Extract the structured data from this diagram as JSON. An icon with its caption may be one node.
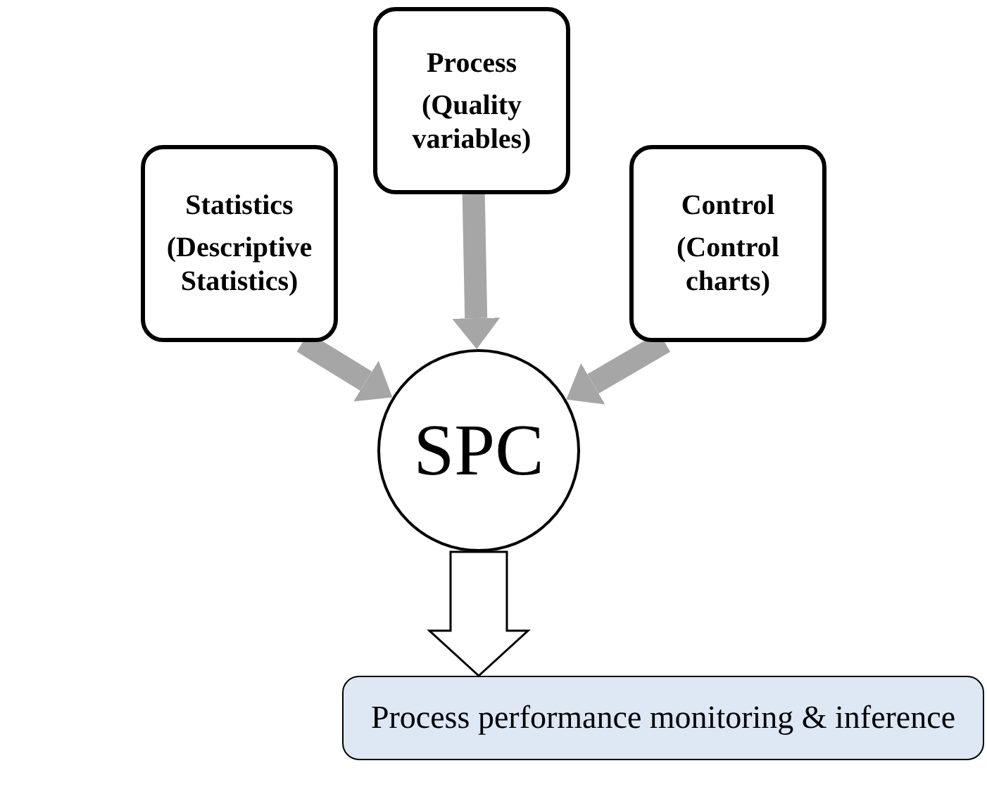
{
  "diagram": {
    "nodes": [
      {
        "text": [
          "Statistics",
          "(Descriptive Statistics)"
        ]
      },
      {
        "text": [
          "Process",
          "(Quality variables)"
        ]
      },
      {
        "text": [
          "Control",
          "(Control charts)"
        ]
      },
      {
        "text": [
          "SPC"
        ]
      },
      {
        "text": [
          "Process performance monitoring & inference"
        ]
      }
    ],
    "edges": [
      {
        "from": 0,
        "to": 3,
        "arrow": "to"
      },
      {
        "from": 1,
        "to": 3,
        "arrow": "to"
      },
      {
        "from": 2,
        "to": 3,
        "arrow": "to"
      },
      {
        "from": 3,
        "to": 4,
        "arrow": "to",
        "color": "#000000"
      }
    ]
  }
}
